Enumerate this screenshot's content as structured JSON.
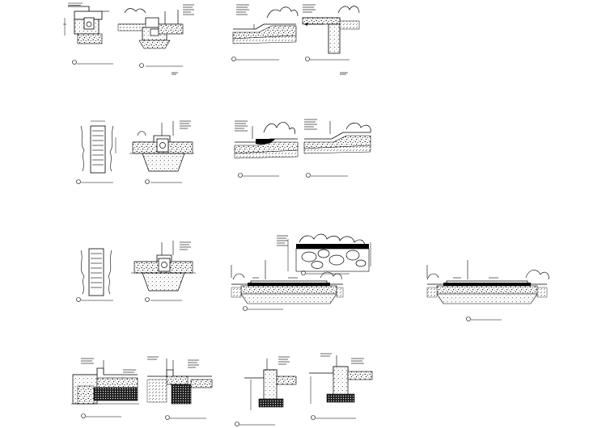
{
  "sheet": {
    "title": "",
    "line_color": "#000000",
    "background": "#ffffff",
    "detail_count": 17
  },
  "details": [
    {
      "id": "d1",
      "kind": "drain-section",
      "caption": ""
    },
    {
      "id": "d2",
      "kind": "drain-section",
      "caption": ""
    },
    {
      "id": "d3",
      "kind": "edge-section",
      "caption": ""
    },
    {
      "id": "d4",
      "kind": "edge-section",
      "caption": ""
    },
    {
      "id": "d5",
      "kind": "drain-plan",
      "caption": ""
    },
    {
      "id": "d6",
      "kind": "drain-section",
      "caption": ""
    },
    {
      "id": "d7",
      "kind": "planted-bank-section",
      "caption": ""
    },
    {
      "id": "d8",
      "kind": "planted-bank-section",
      "caption": ""
    },
    {
      "id": "d9",
      "kind": "drain-plan",
      "caption": ""
    },
    {
      "id": "d10",
      "kind": "drain-section",
      "caption": ""
    },
    {
      "id": "d11",
      "kind": "rock-bank-section",
      "caption": ""
    },
    {
      "id": "d12",
      "kind": "path-section",
      "caption": ""
    },
    {
      "id": "d13",
      "kind": "path-section",
      "caption": ""
    },
    {
      "id": "d14",
      "kind": "curb-section",
      "caption": ""
    },
    {
      "id": "d15",
      "kind": "curb-section",
      "caption": ""
    },
    {
      "id": "d16",
      "kind": "wall-footing-section",
      "caption": ""
    },
    {
      "id": "d17",
      "kind": "wall-footing-section",
      "caption": ""
    }
  ]
}
